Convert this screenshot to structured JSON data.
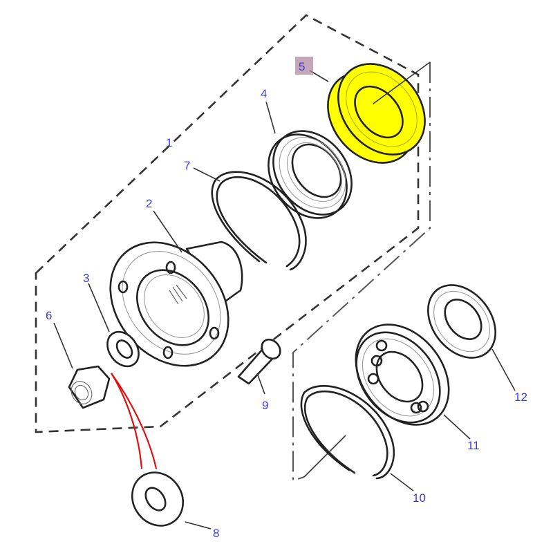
{
  "diagram": {
    "type": "exploded-parts-diagram",
    "highlight_color": "#ffff00",
    "callout_color": "#3a3ae0",
    "selected_part_badge_color": "#b08aa0",
    "selected_part": "5",
    "callouts": [
      {
        "id": "1",
        "label": "1",
        "part": "assembly-group"
      },
      {
        "id": "2",
        "label": "2",
        "part": "flange-hub"
      },
      {
        "id": "3",
        "label": "3",
        "part": "washer"
      },
      {
        "id": "4",
        "label": "4",
        "part": "oil-seal"
      },
      {
        "id": "5",
        "label": "5",
        "part": "oil-seal-highlighted"
      },
      {
        "id": "6",
        "label": "6",
        "part": "nut"
      },
      {
        "id": "7",
        "label": "7",
        "part": "circlip"
      },
      {
        "id": "8",
        "label": "8",
        "part": "washer"
      },
      {
        "id": "9",
        "label": "9",
        "part": "bolt"
      },
      {
        "id": "10",
        "label": "10",
        "part": "circlip"
      },
      {
        "id": "11",
        "label": "11",
        "part": "ball-bearing"
      },
      {
        "id": "12",
        "label": "12",
        "part": "oil-seal"
      }
    ]
  }
}
